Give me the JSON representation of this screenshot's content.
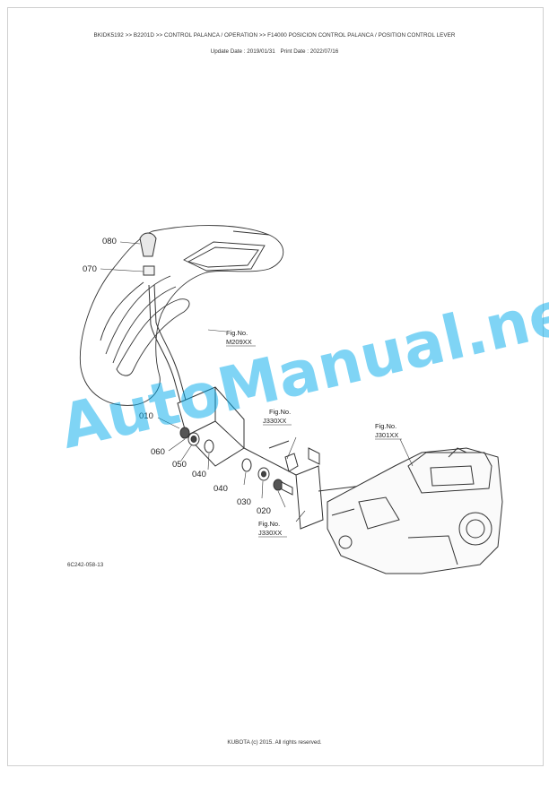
{
  "header": {
    "breadcrumb": "BKIDK5192 >> B2201D >> CONTROL PALANCA / OPERATION >> F14000   POSICION CONTROL PALANCA / POSITION CONTROL LEVER",
    "update_date": "Update Date : 2019/01/31",
    "print_date": "Print Date : 2022/07/16"
  },
  "diagram": {
    "part_labels": [
      "080",
      "070",
      "010",
      "060",
      "050",
      "040",
      "040",
      "030",
      "020"
    ],
    "fig_refs": [
      {
        "title": "Fig.No.",
        "code": "M209XX"
      },
      {
        "title": "Fig.No.",
        "code": "J330XX"
      },
      {
        "title": "Fig.No.",
        "code": "J301XX"
      },
      {
        "title": "Fig.No.",
        "code": "J330XX"
      }
    ],
    "figure_code": "6C242-058-13"
  },
  "watermark": "AutoManual.net",
  "footer": {
    "copyright": "KUBOTA (c) 2015. All rights reserved."
  }
}
